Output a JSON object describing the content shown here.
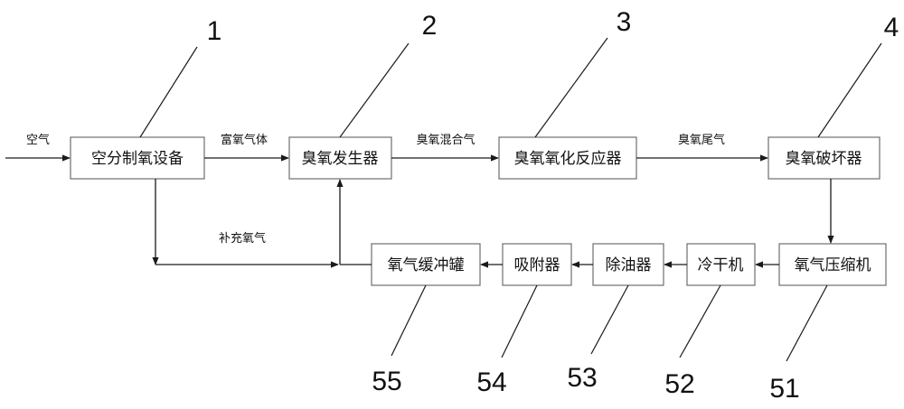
{
  "nodes": {
    "air_separation": "空分制氧设备",
    "ozone_generator": "臭氧发生器",
    "ozonation_reactor": "臭氧氧化反应器",
    "ozone_destructor": "臭氧破坏器",
    "oxygen_compressor": "氧气压缩机",
    "chiller_dryer": "冷干机",
    "oil_remover": "除油器",
    "adsorber": "吸附器",
    "oxygen_buffer_tank": "氧气缓冲罐"
  },
  "flows": {
    "air": "空气",
    "oxygen_rich_gas": "富氧气体",
    "ozone_mixture": "臭氧混合气",
    "ozone_tail_gas": "臭氧尾气",
    "supplementary_oxygen": "补充氧气"
  },
  "ref_numbers": {
    "n1": "1",
    "n2": "2",
    "n3": "3",
    "n4": "4",
    "n51": "51",
    "n52": "52",
    "n53": "53",
    "n54": "54",
    "n55": "55"
  }
}
